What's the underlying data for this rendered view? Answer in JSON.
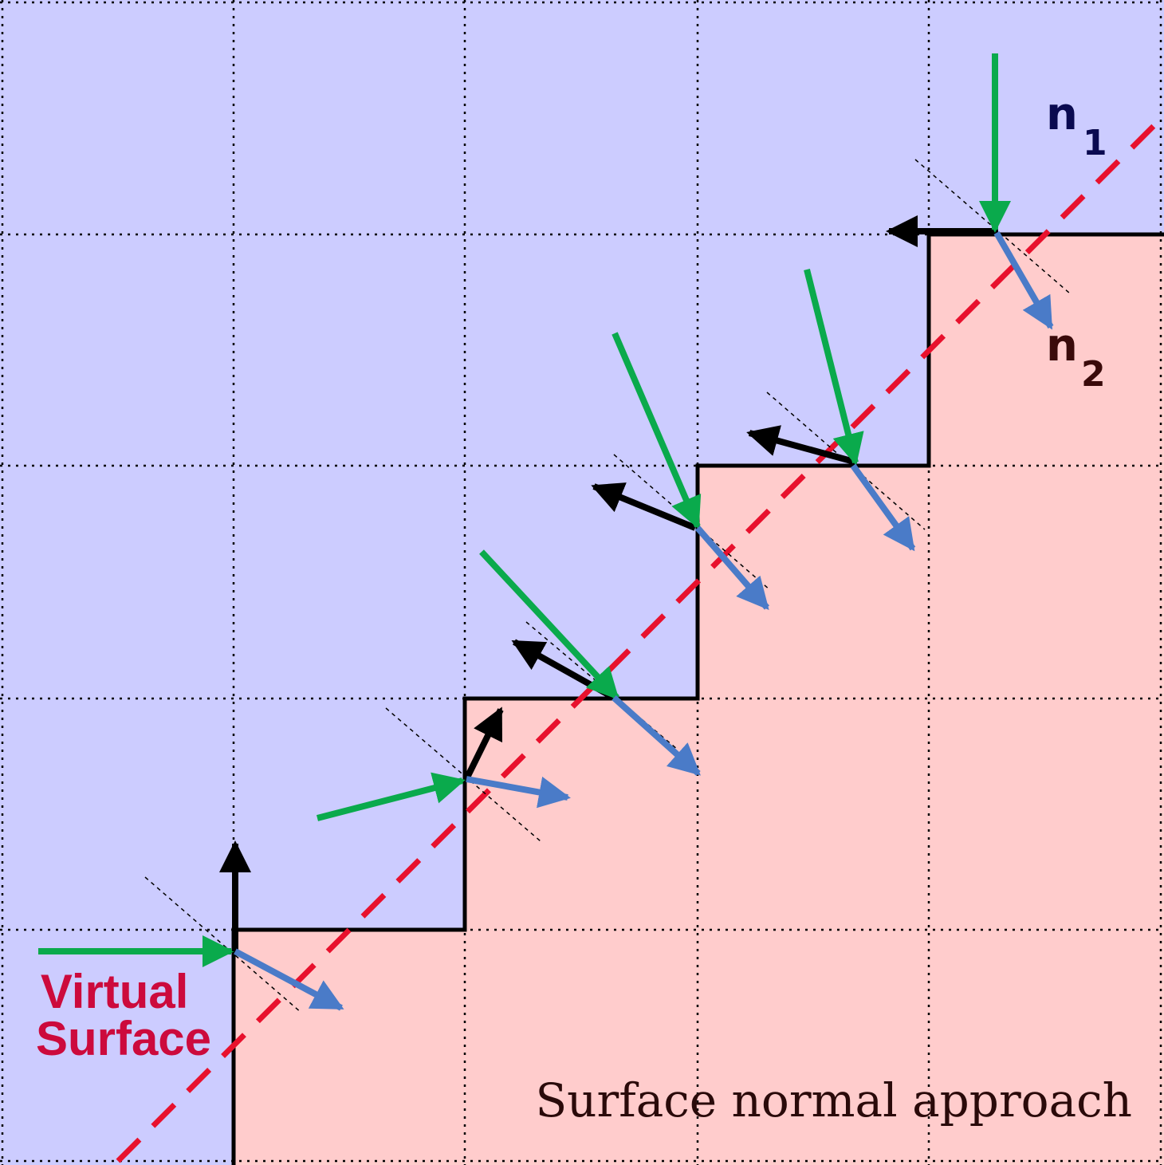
{
  "labels": {
    "n1_main": "n",
    "n1_sub": "1",
    "n2_main": "n",
    "n2_sub": "2",
    "virtual_surface_line1": "Virtual",
    "virtual_surface_line2": "Surface",
    "caption": "Surface normal approach"
  },
  "colors": {
    "medium_1": "#ccccff",
    "medium_2": "#ffcccc",
    "incident_ray": "#0aaa4c",
    "refracted_ray": "#4a7bc8",
    "normal_vector": "#000000",
    "virtual_surface": "#e8112d",
    "virtual_surface_label": "#cc0a3c",
    "n1_label": "#0a0a50",
    "n2_label": "#3a0a0a",
    "caption": "#2a0a0a"
  },
  "incidence_points": [
    {
      "id": "p1"
    },
    {
      "id": "p2"
    },
    {
      "id": "p3"
    },
    {
      "id": "p4"
    },
    {
      "id": "p5"
    },
    {
      "id": "p6"
    }
  ]
}
